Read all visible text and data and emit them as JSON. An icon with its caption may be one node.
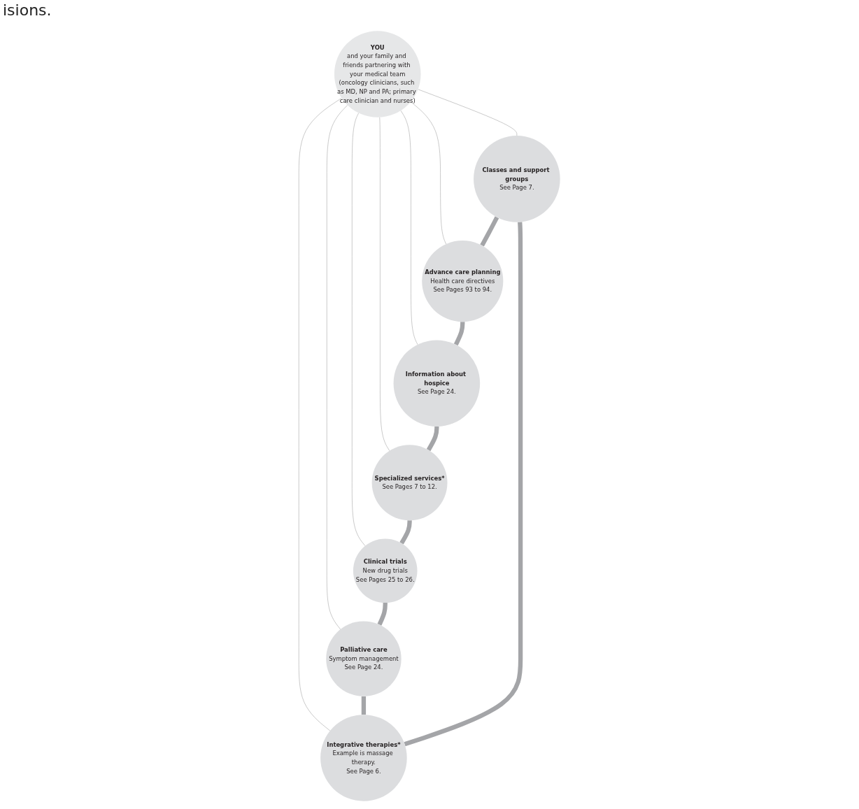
{
  "diagram": {
    "nodes": [
      {
        "text": [
          "Classes and support groups",
          "See Page 7."
        ]
      },
      {
        "text": [
          "Advance care planning",
          "Health care directives",
          "See Pages 93 to 94."
        ]
      },
      {
        "text": [
          "Information about hospice",
          "See Page 24."
        ]
      },
      {
        "text": [
          "Specialized services*",
          "See Pages 7 to 12."
        ]
      },
      {
        "text": [
          "Clinical trials",
          "New drug trials",
          "See Pages 25 to 26."
        ]
      },
      {
        "text": [
          "Palliative care",
          "Symptom management",
          "See Page 24."
        ]
      },
      {
        "text": [
          "Integrative therapies*",
          "Example is massage therapy.",
          "See Page 6."
        ]
      },
      {
        "text": [
          "YOU",
          "and your family and friends partnering with your medical team",
          "(oncology clinicians, such as MD, NP and PA; primary care clinician and nurses)"
        ]
      }
    ],
    "edges": [
      {
        "from": 7,
        "to": 0,
        "arrow": "none"
      },
      {
        "from": 7,
        "to": 1,
        "arrow": "none"
      },
      {
        "from": 7,
        "to": 2,
        "arrow": "none"
      },
      {
        "from": 7,
        "to": 3,
        "arrow": "none"
      },
      {
        "from": 7,
        "to": 4,
        "arrow": "none"
      },
      {
        "from": 7,
        "to": 5,
        "arrow": "none"
      },
      {
        "from": 7,
        "to": 6,
        "arrow": "none"
      },
      {
        "from": 0,
        "to": 1,
        "arrow": "none",
        "style": "thick"
      },
      {
        "from": 1,
        "to": 2,
        "arrow": "none",
        "style": "thick"
      },
      {
        "from": 2,
        "to": 3,
        "arrow": "none",
        "style": "thick"
      },
      {
        "from": 3,
        "to": 4,
        "arrow": "none",
        "style": "thick"
      },
      {
        "from": 4,
        "to": 5,
        "arrow": "none",
        "style": "thick"
      },
      {
        "from": 5,
        "to": 6,
        "arrow": "none",
        "style": "thick"
      },
      {
        "from": 6,
        "to": 0,
        "arrow": "none",
        "style": "thick"
      }
    ],
    "labels": [
      "isions."
    ]
  }
}
